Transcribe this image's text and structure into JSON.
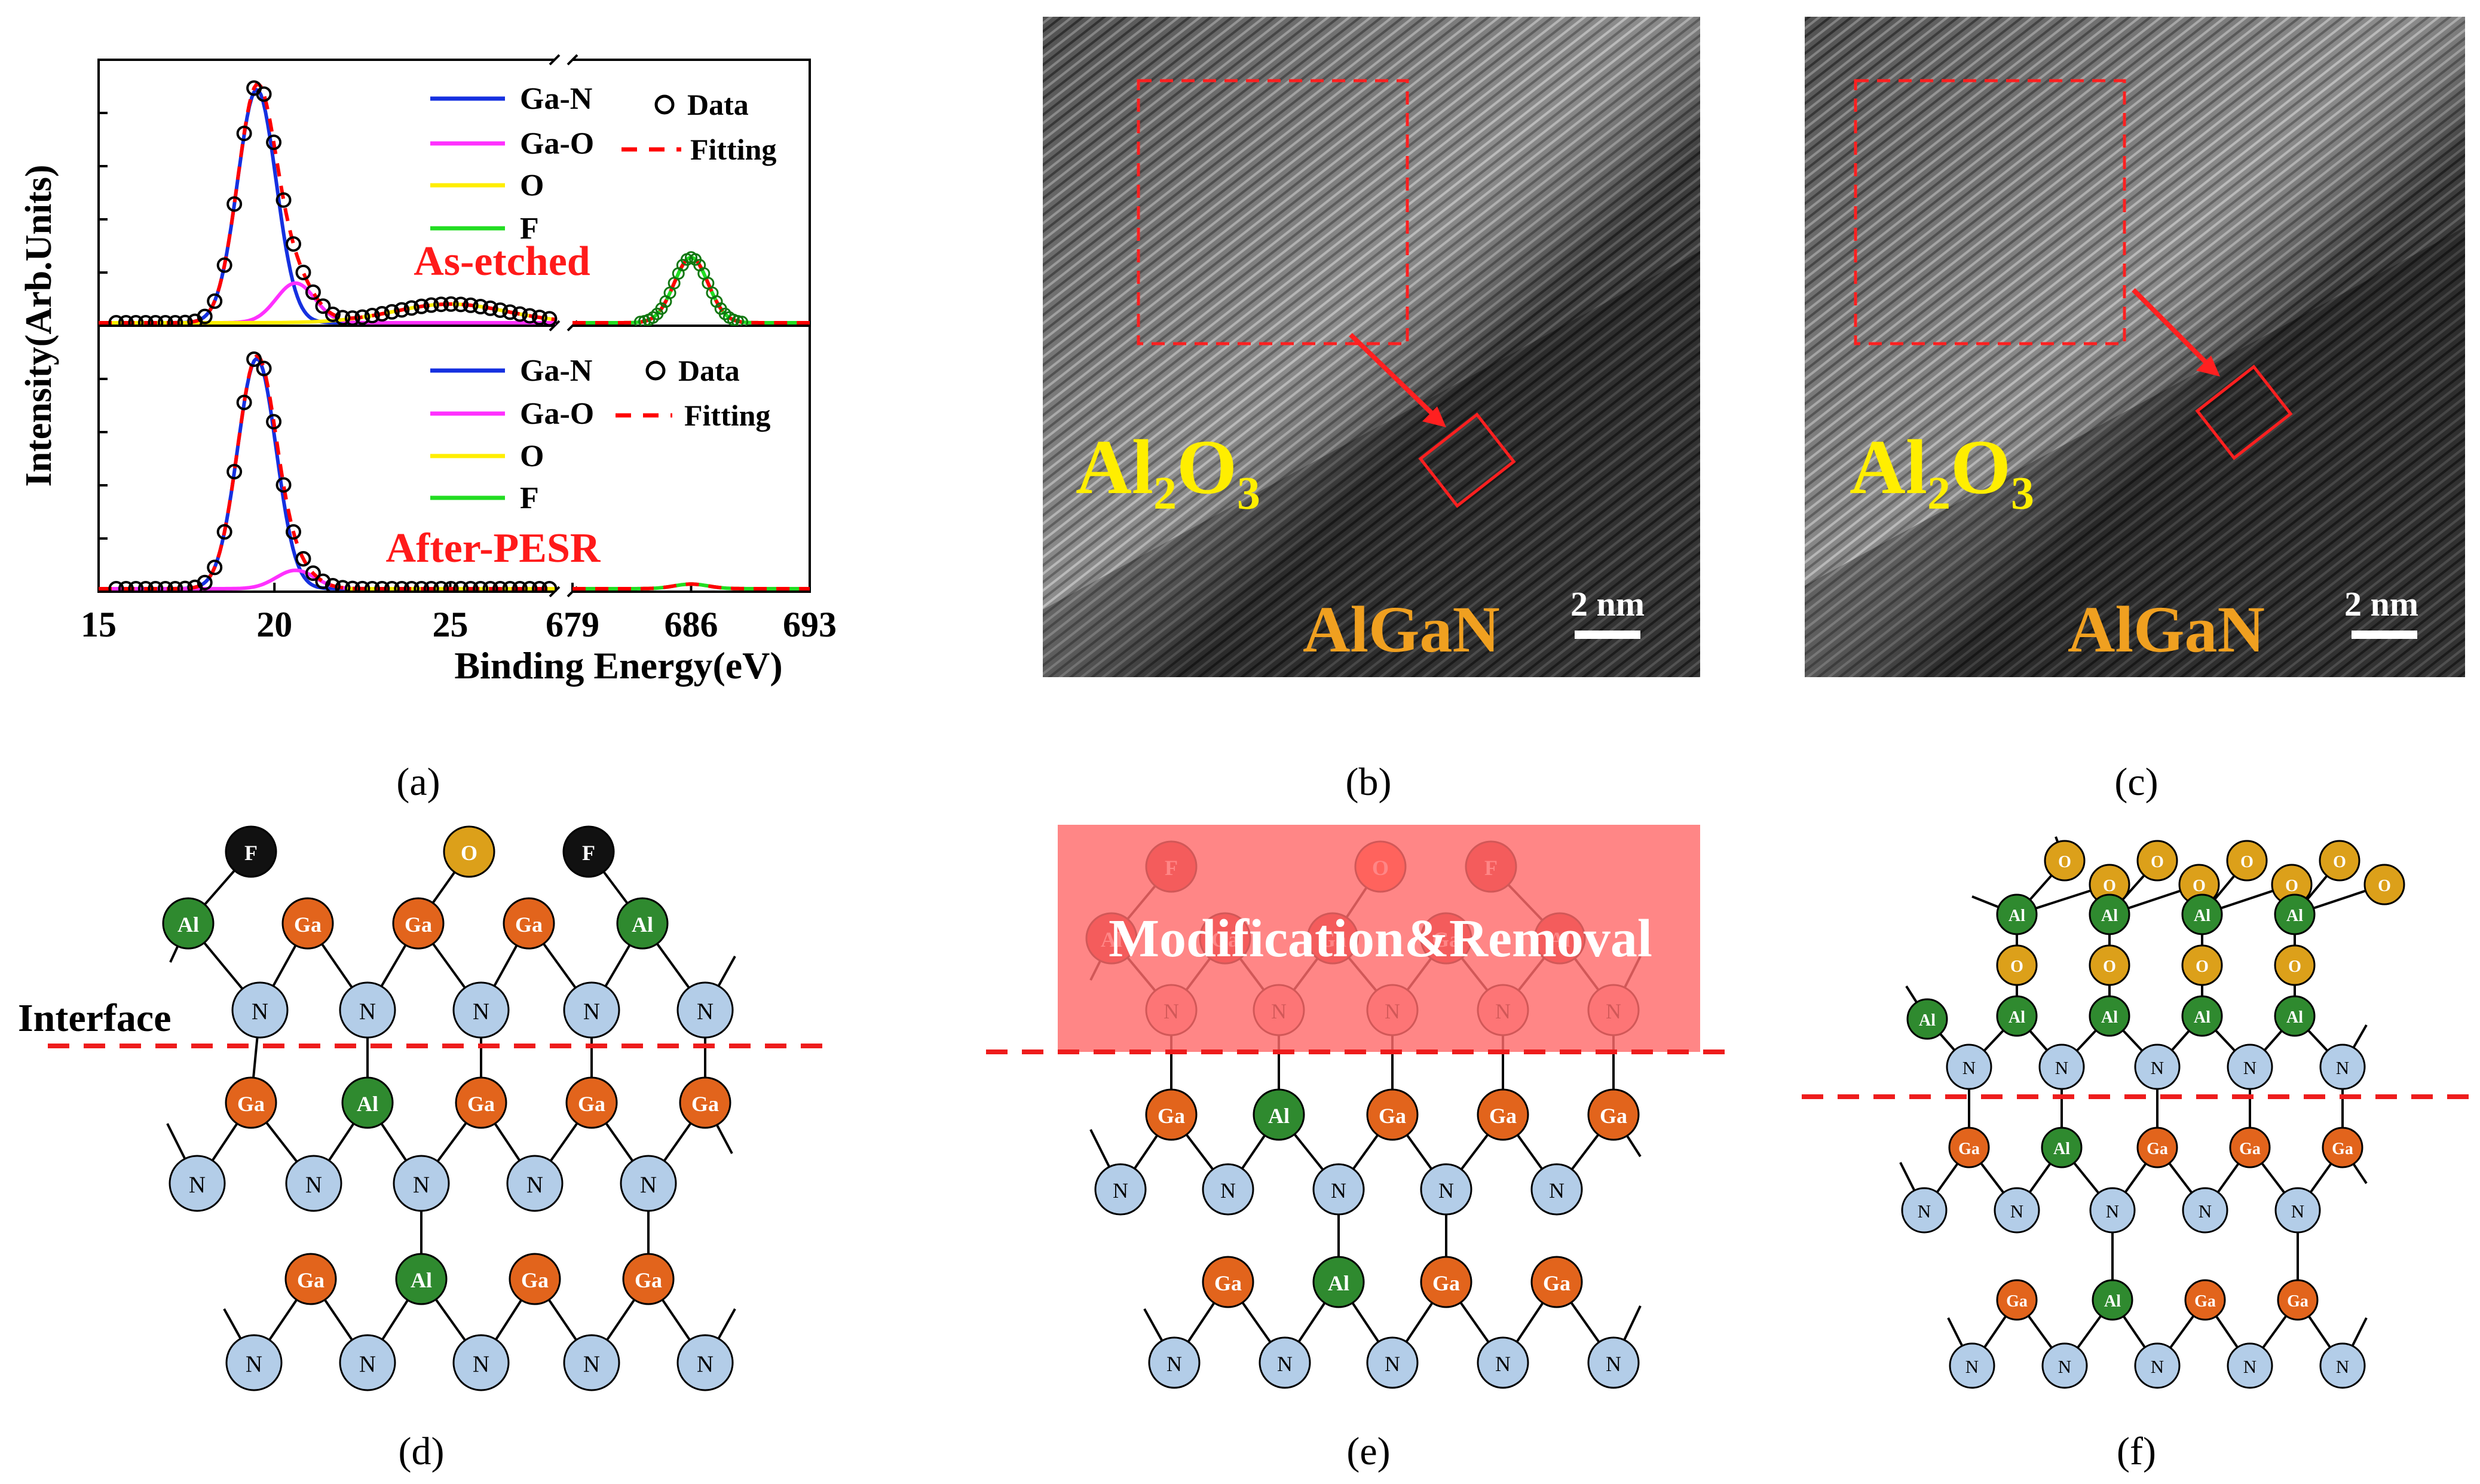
{
  "panels": {
    "a": "(a)",
    "b": "(b)",
    "c": "(c)",
    "d": "(d)",
    "e": "(e)",
    "f": "(f)"
  },
  "chart_data": {
    "type": "line",
    "xlabel": "Binding Energy(eV)",
    "ylabel": "Intensity(Arb.Units)",
    "x_ticks": [
      "15",
      "20",
      "25",
      "679",
      "686",
      "693"
    ],
    "broken_axis": true,
    "legend": [
      "Ga-N",
      "Ga-O",
      "O",
      "F",
      "Data",
      "Fitting"
    ],
    "colors": {
      "Ga-N": "#1530e0",
      "Ga-O": "#ff30ff",
      "O": "#ffee00",
      "F": "#22dd22",
      "Data": "#000000",
      "Fitting": "#ff0000"
    },
    "subplots": [
      {
        "label": "As-etched",
        "peaks": [
          {
            "name": "Ga-N",
            "center": 19.5,
            "height": 1.0
          },
          {
            "name": "Ga-O",
            "center": 20.6,
            "height": 0.17
          },
          {
            "name": "O",
            "center": 25.0,
            "height": 0.08
          },
          {
            "name": "F",
            "center": 686,
            "height": 0.28
          }
        ]
      },
      {
        "label": "After-PESR",
        "peaks": [
          {
            "name": "Ga-N",
            "center": 19.5,
            "height": 1.0
          },
          {
            "name": "Ga-O",
            "center": 20.6,
            "height": 0.08
          },
          {
            "name": "O",
            "center": 25.0,
            "height": 0.0
          },
          {
            "name": "F",
            "center": 686,
            "height": 0.02
          }
        ]
      }
    ]
  },
  "tem": {
    "material_top": "Al₂O₃",
    "material_bottom": "AlGaN",
    "scale_bar": "2 nm"
  },
  "schematic": {
    "interface_label": "Interface",
    "overlay_label": "Modification&Removal",
    "atoms": {
      "N": "N",
      "Ga": "Ga",
      "Al": "Al",
      "O": "O",
      "F": "F"
    }
  }
}
